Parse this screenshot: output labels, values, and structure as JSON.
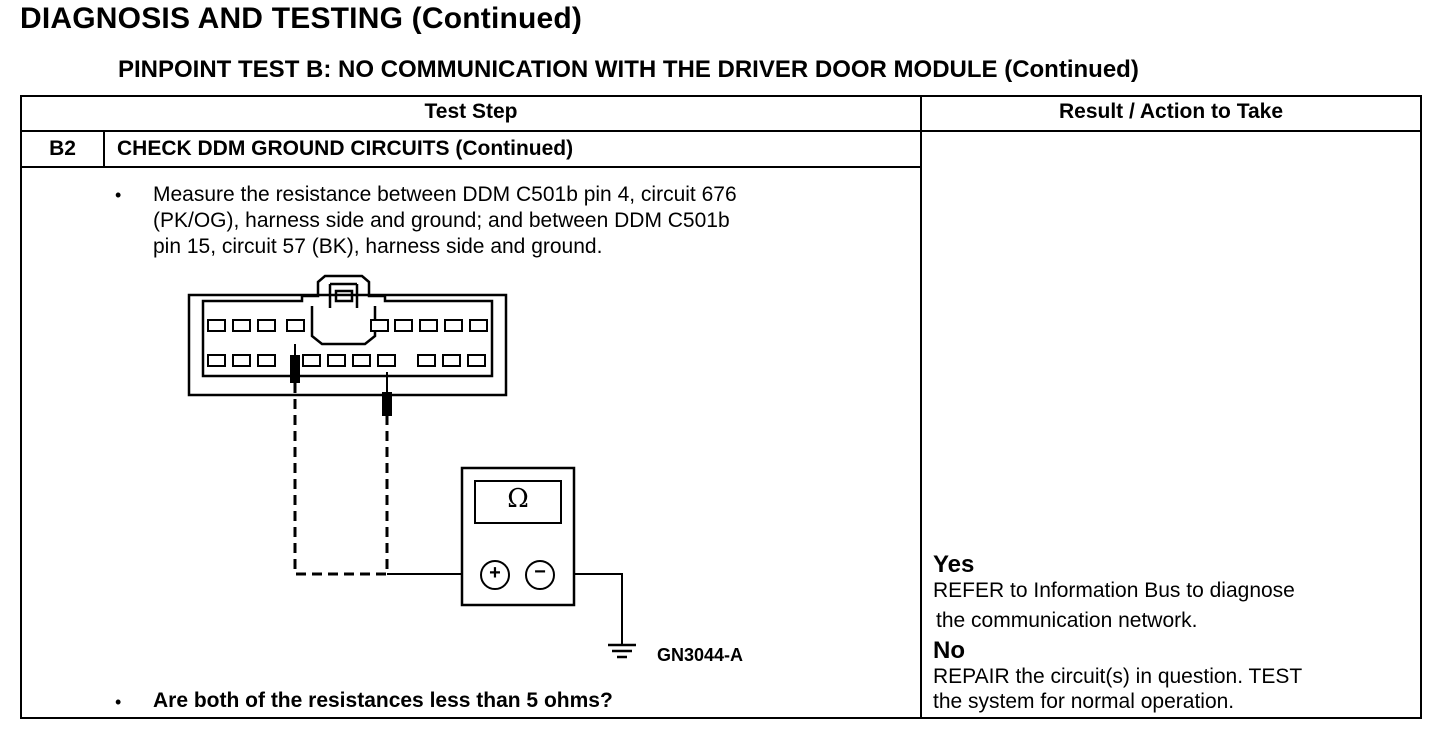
{
  "header": {
    "title": "DIAGNOSIS AND TESTING (Continued)",
    "subtitle": "PINPOINT TEST  B: NO COMMUNICATION WITH THE DRIVER DOOR MODULE (Continued)"
  },
  "table": {
    "col_test_step": "Test Step",
    "col_result": "Result / Action to Take"
  },
  "step": {
    "number": "B2",
    "title": "CHECK DDM GROUND CIRCUITS (Continued)",
    "bullet": "•",
    "instruction_lines": [
      "Measure the resistance between DDM C501b pin 4, circuit 676",
      "(PK/OG), harness side and ground; and between DDM C501b",
      "pin 15, circuit 57 (BK), harness side and ground."
    ],
    "figure_label": "GN3044-A",
    "meter_symbol": "Ω",
    "plus_symbol": "+",
    "minus_symbol": "−",
    "question": "Are both of the resistances less than 5 ohms?"
  },
  "results": {
    "yes_label": "Yes",
    "yes_lines": [
      "REFER to Information Bus to diagnose",
      "the communication network."
    ],
    "no_label": "No",
    "no_lines": [
      "REPAIR the circuit(s) in question. TEST",
      "the system for normal operation."
    ]
  }
}
